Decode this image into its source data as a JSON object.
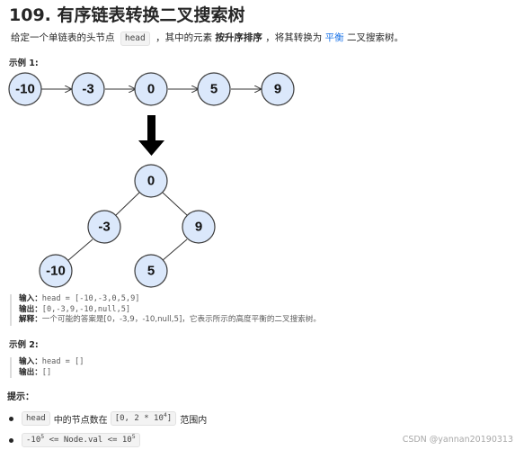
{
  "problem": {
    "title": "109. 有序链表转换二叉搜索树",
    "desc_part1": "给定一个单链表的头节点",
    "desc_code": "head",
    "desc_part2": "，其中的元素",
    "desc_bold": "按升序排序",
    "desc_part3": "，将其转换为",
    "desc_link": "平衡",
    "desc_part4": "二叉搜索树。"
  },
  "example1": {
    "heading": "示例 1:",
    "list_nodes": [
      "-10",
      "-3",
      "0",
      "5",
      "9"
    ],
    "tree_nodes": {
      "root": "0",
      "left": "-3",
      "right": "9",
      "left_left": "-10",
      "right_left": "5"
    },
    "input_label": "输入：",
    "input_value": "head = [-10,-3,0,5,9]",
    "output_label": "输出：",
    "output_value": "[0,-3,9,-10,null,5]",
    "explain_label": "解释：",
    "explain_value": "一个可能的答案是[0，-3,9，-10,null,5]，它表示所示的高度平衡的二叉搜索树。"
  },
  "example2": {
    "heading": "示例 2:",
    "input_label": "输入：",
    "input_value": "head = []",
    "output_label": "输出：",
    "output_value": "[]"
  },
  "hints": {
    "heading": "提示：",
    "item1_code": "head",
    "item1_text": "中的节点数在",
    "item1_range": "[0, 2 * 10",
    "item1_exp": "4",
    "item1_close": "]",
    "item1_suffix": "范围内",
    "item2_prefix": "-10",
    "item2_exp1": "5",
    "item2_mid": " <= Node.val <= 10",
    "item2_exp2": "5"
  },
  "watermark": "CSDN @yannan20190313",
  "colors": {
    "node_fill": "#dbe8fb",
    "link": "#1a73e8"
  }
}
